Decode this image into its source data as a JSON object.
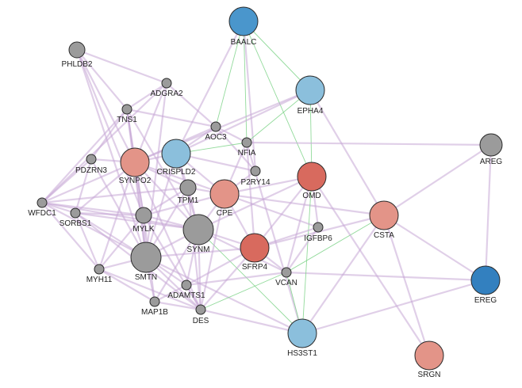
{
  "colors": {
    "blue": "#4a96cc",
    "light_blue": "#8bbfdc",
    "dark_blue": "#3380bf",
    "red": "#d86a5e",
    "salmon": "#e39488",
    "gray": "#9b9b9b",
    "edge_purple": "#c7a8d6",
    "edge_green": "#7fd38a"
  },
  "nodes": [
    {
      "id": "BAALC",
      "label": "BAALC",
      "color": "blue",
      "size": "large"
    },
    {
      "id": "PHLDB2",
      "label": "PHLDB2",
      "color": "gray",
      "size": "small"
    },
    {
      "id": "ADGRA2",
      "label": "ADGRA2",
      "color": "gray",
      "size": "tiny"
    },
    {
      "id": "EPHA4",
      "label": "EPHA4",
      "color": "light_blue",
      "size": "large"
    },
    {
      "id": "TNS1",
      "label": "TNS1",
      "color": "gray",
      "size": "tiny"
    },
    {
      "id": "AOC3",
      "label": "AOC3",
      "color": "gray",
      "size": "tiny"
    },
    {
      "id": "NFIA",
      "label": "NFIA",
      "color": "gray",
      "size": "tiny"
    },
    {
      "id": "AREG",
      "label": "AREG",
      "color": "gray",
      "size": "medium"
    },
    {
      "id": "CRISPLD2",
      "label": "CRISPLD2",
      "color": "light_blue",
      "size": "large"
    },
    {
      "id": "PDZRN3",
      "label": "PDZRN3",
      "color": "gray",
      "size": "tiny"
    },
    {
      "id": "SYNPO2",
      "label": "SYNPO2",
      "color": "salmon",
      "size": "large"
    },
    {
      "id": "P2RY14",
      "label": "P2RY14",
      "color": "gray",
      "size": "tiny"
    },
    {
      "id": "OMD",
      "label": "OMD",
      "color": "red",
      "size": "large"
    },
    {
      "id": "TPM1",
      "label": "TPM1",
      "color": "gray",
      "size": "small"
    },
    {
      "id": "CPE",
      "label": "CPE",
      "color": "salmon",
      "size": "large"
    },
    {
      "id": "WFDC1",
      "label": "WFDC1",
      "color": "gray",
      "size": "tiny"
    },
    {
      "id": "SORBS1",
      "label": "SORBS1",
      "color": "gray",
      "size": "tiny"
    },
    {
      "id": "MYLK",
      "label": "MYLK",
      "color": "gray",
      "size": "small"
    },
    {
      "id": "SYNM",
      "label": "SYNM",
      "color": "gray",
      "size": "xlarge"
    },
    {
      "id": "CSTA",
      "label": "CSTA",
      "color": "salmon",
      "size": "large"
    },
    {
      "id": "IGFBP6",
      "label": "IGFBP6",
      "color": "gray",
      "size": "tiny"
    },
    {
      "id": "SFRP4",
      "label": "SFRP4",
      "color": "red",
      "size": "large"
    },
    {
      "id": "SMTN",
      "label": "SMTN",
      "color": "gray",
      "size": "xlarge"
    },
    {
      "id": "VCAN",
      "label": "VCAN",
      "color": "gray",
      "size": "tiny"
    },
    {
      "id": "MYH11",
      "label": "MYH11",
      "color": "gray",
      "size": "tiny"
    },
    {
      "id": "ADAMTS1",
      "label": "ADAMTS1",
      "color": "gray",
      "size": "tiny"
    },
    {
      "id": "MAP1B",
      "label": "MAP1B",
      "color": "gray",
      "size": "tiny"
    },
    {
      "id": "DES",
      "label": "DES",
      "color": "gray",
      "size": "tiny"
    },
    {
      "id": "EREG",
      "label": "EREG",
      "color": "dark_blue",
      "size": "large"
    },
    {
      "id": "HS3ST1",
      "label": "HS3ST1",
      "color": "light_blue",
      "size": "large"
    },
    {
      "id": "SRGN",
      "label": "SRGN",
      "color": "salmon",
      "size": "large"
    }
  ],
  "edges": [
    {
      "s": "BAALC",
      "t": "NFIA",
      "type": "green"
    },
    {
      "s": "BAALC",
      "t": "EPHA4",
      "type": "green"
    },
    {
      "s": "BAALC",
      "t": "AOC3",
      "type": "green"
    },
    {
      "s": "BAALC",
      "t": "OMD",
      "type": "green"
    },
    {
      "s": "BAALC",
      "t": "CRISPLD2",
      "type": "purple"
    },
    {
      "s": "BAALC",
      "t": "P2RY14",
      "type": "purple"
    },
    {
      "s": "EPHA4",
      "t": "NFIA",
      "type": "green"
    },
    {
      "s": "EPHA4",
      "t": "CSTA",
      "type": "purple"
    },
    {
      "s": "EPHA4",
      "t": "SYNPO2",
      "type": "purple"
    },
    {
      "s": "EPHA4",
      "t": "CRISPLD2",
      "type": "purple"
    },
    {
      "s": "EPHA4",
      "t": "OMD",
      "type": "green"
    },
    {
      "s": "NFIA",
      "t": "HS3ST1",
      "type": "purple"
    },
    {
      "s": "NFIA",
      "t": "SFRP4",
      "type": "purple"
    },
    {
      "s": "NFIA",
      "t": "AREG",
      "type": "purple"
    },
    {
      "s": "NFIA",
      "t": "CPE",
      "type": "purple"
    },
    {
      "s": "AREG",
      "t": "EREG",
      "type": "purple"
    },
    {
      "s": "AREG",
      "t": "CSTA",
      "type": "purple"
    },
    {
      "s": "CSTA",
      "t": "SRGN",
      "type": "purple"
    },
    {
      "s": "CSTA",
      "t": "HS3ST1",
      "type": "purple"
    },
    {
      "s": "CSTA",
      "t": "CPE",
      "type": "purple"
    },
    {
      "s": "CSTA",
      "t": "VCAN",
      "type": "green"
    },
    {
      "s": "CSTA",
      "t": "SFRP4",
      "type": "purple"
    },
    {
      "s": "CSTA",
      "t": "EREG",
      "type": "purple"
    },
    {
      "s": "EREG",
      "t": "HS3ST1",
      "type": "purple"
    },
    {
      "s": "EREG",
      "t": "VCAN",
      "type": "purple"
    },
    {
      "s": "HS3ST1",
      "t": "SYNM",
      "type": "green"
    },
    {
      "s": "HS3ST1",
      "t": "VCAN",
      "type": "green"
    },
    {
      "s": "HS3ST1",
      "t": "DES",
      "type": "purple"
    },
    {
      "s": "HS3ST1",
      "t": "SMTN",
      "type": "purple"
    },
    {
      "s": "HS3ST1",
      "t": "OMD",
      "type": "green"
    },
    {
      "s": "SRGN",
      "t": "OMD",
      "type": "purple"
    },
    {
      "s": "OMD",
      "t": "IGFBP6",
      "type": "purple"
    },
    {
      "s": "OMD",
      "t": "CPE",
      "type": "purple"
    },
    {
      "s": "OMD",
      "t": "SYNM",
      "type": "purple"
    },
    {
      "s": "OMD",
      "t": "VCAN",
      "type": "purple"
    },
    {
      "s": "OMD",
      "t": "SFRP4",
      "type": "purple"
    },
    {
      "s": "IGFBP6",
      "t": "SFRP4",
      "type": "purple"
    },
    {
      "s": "IGFBP6",
      "t": "VCAN",
      "type": "purple"
    },
    {
      "s": "IGFBP6",
      "t": "CPE",
      "type": "purple"
    },
    {
      "s": "SFRP4",
      "t": "VCAN",
      "type": "purple"
    },
    {
      "s": "SFRP4",
      "t": "CPE",
      "type": "purple"
    },
    {
      "s": "SFRP4",
      "t": "SYNM",
      "type": "purple"
    },
    {
      "s": "SFRP4",
      "t": "SMTN",
      "type": "purple"
    },
    {
      "s": "CPE",
      "t": "SYNM",
      "type": "purple"
    },
    {
      "s": "CPE",
      "t": "TPM1",
      "type": "purple"
    },
    {
      "s": "CPE",
      "t": "CRISPLD2",
      "type": "purple"
    },
    {
      "s": "CPE",
      "t": "P2RY14",
      "type": "purple"
    },
    {
      "s": "CPE",
      "t": "SYNPO2",
      "type": "purple"
    },
    {
      "s": "CPE",
      "t": "MYLK",
      "type": "purple"
    },
    {
      "s": "P2RY14",
      "t": "CRISPLD2",
      "type": "purple"
    },
    {
      "s": "P2RY14",
      "t": "AOC3",
      "type": "purple"
    },
    {
      "s": "CRISPLD2",
      "t": "SYNPO2",
      "type": "purple"
    },
    {
      "s": "CRISPLD2",
      "t": "AOC3",
      "type": "purple"
    },
    {
      "s": "CRISPLD2",
      "t": "TPM1",
      "type": "purple"
    },
    {
      "s": "CRISPLD2",
      "t": "SMTN",
      "type": "purple"
    },
    {
      "s": "CRISPLD2",
      "t": "SYNM",
      "type": "purple"
    },
    {
      "s": "CRISPLD2",
      "t": "NFIA",
      "type": "green"
    },
    {
      "s": "AOC3",
      "t": "NFIA",
      "type": "purple"
    },
    {
      "s": "AOC3",
      "t": "ADGRA2",
      "type": "purple"
    },
    {
      "s": "AOC3",
      "t": "SYNPO2",
      "type": "purple"
    },
    {
      "s": "AOC3",
      "t": "TNS1",
      "type": "purple"
    },
    {
      "s": "ADGRA2",
      "t": "PHLDB2",
      "type": "purple"
    },
    {
      "s": "ADGRA2",
      "t": "TNS1",
      "type": "purple"
    },
    {
      "s": "ADGRA2",
      "t": "WFDC1",
      "type": "purple"
    },
    {
      "s": "ADGRA2",
      "t": "SYNPO2",
      "type": "purple"
    },
    {
      "s": "ADGRA2",
      "t": "SMTN",
      "type": "purple"
    },
    {
      "s": "PHLDB2",
      "t": "TNS1",
      "type": "purple"
    },
    {
      "s": "PHLDB2",
      "t": "SYNPO2",
      "type": "purple"
    },
    {
      "s": "PHLDB2",
      "t": "MYLK",
      "type": "purple"
    },
    {
      "s": "PHLDB2",
      "t": "SMTN",
      "type": "purple"
    },
    {
      "s": "TNS1",
      "t": "SYNPO2",
      "type": "purple"
    },
    {
      "s": "TNS1",
      "t": "PDZRN3",
      "type": "purple"
    },
    {
      "s": "TNS1",
      "t": "WFDC1",
      "type": "purple"
    },
    {
      "s": "TNS1",
      "t": "SYNM",
      "type": "purple"
    },
    {
      "s": "TNS1",
      "t": "SMTN",
      "type": "purple"
    },
    {
      "s": "TNS1",
      "t": "MYLK",
      "type": "purple"
    },
    {
      "s": "PDZRN3",
      "t": "SYNPO2",
      "type": "purple"
    },
    {
      "s": "PDZRN3",
      "t": "WFDC1",
      "type": "purple"
    },
    {
      "s": "PDZRN3",
      "t": "SORBS1",
      "type": "purple"
    },
    {
      "s": "PDZRN3",
      "t": "SMTN",
      "type": "purple"
    },
    {
      "s": "SYNPO2",
      "t": "WFDC1",
      "type": "purple"
    },
    {
      "s": "SYNPO2",
      "t": "SORBS1",
      "type": "purple"
    },
    {
      "s": "SYNPO2",
      "t": "MYLK",
      "type": "purple"
    },
    {
      "s": "SYNPO2",
      "t": "SYNM",
      "type": "purple"
    },
    {
      "s": "SYNPO2",
      "t": "SMTN",
      "type": "purple"
    },
    {
      "s": "SYNPO2",
      "t": "TPM1",
      "type": "purple"
    },
    {
      "s": "SYNPO2",
      "t": "MYH11",
      "type": "purple"
    },
    {
      "s": "SYNPO2",
      "t": "DES",
      "type": "purple"
    },
    {
      "s": "WFDC1",
      "t": "SORBS1",
      "type": "purple"
    },
    {
      "s": "WFDC1",
      "t": "MYLK",
      "type": "purple"
    },
    {
      "s": "WFDC1",
      "t": "SMTN",
      "type": "purple"
    },
    {
      "s": "WFDC1",
      "t": "MYH11",
      "type": "purple"
    },
    {
      "s": "WFDC1",
      "t": "SYNM",
      "type": "purple"
    },
    {
      "s": "WFDC1",
      "t": "TPM1",
      "type": "purple"
    },
    {
      "s": "SORBS1",
      "t": "MYLK",
      "type": "purple"
    },
    {
      "s": "SORBS1",
      "t": "SMTN",
      "type": "purple"
    },
    {
      "s": "SORBS1",
      "t": "SYNM",
      "type": "purple"
    },
    {
      "s": "SORBS1",
      "t": "MYH11",
      "type": "purple"
    },
    {
      "s": "SORBS1",
      "t": "DES",
      "type": "purple"
    },
    {
      "s": "MYLK",
      "t": "SYNM",
      "type": "purple"
    },
    {
      "s": "MYLK",
      "t": "SMTN",
      "type": "purple"
    },
    {
      "s": "MYLK",
      "t": "TPM1",
      "type": "purple"
    },
    {
      "s": "MYLK",
      "t": "MYH11",
      "type": "purple"
    },
    {
      "s": "MYLK",
      "t": "DES",
      "type": "purple"
    },
    {
      "s": "MYLK",
      "t": "MAP1B",
      "type": "purple"
    },
    {
      "s": "TPM1",
      "t": "SYNM",
      "type": "purple"
    },
    {
      "s": "TPM1",
      "t": "SMTN",
      "type": "purple"
    },
    {
      "s": "TPM1",
      "t": "DES",
      "type": "purple"
    },
    {
      "s": "SYNM",
      "t": "SMTN",
      "type": "purple"
    },
    {
      "s": "SYNM",
      "t": "DES",
      "type": "purple"
    },
    {
      "s": "SYNM",
      "t": "ADAMTS1",
      "type": "purple"
    },
    {
      "s": "SYNM",
      "t": "VCAN",
      "type": "purple"
    },
    {
      "s": "SYNM",
      "t": "MAP1B",
      "type": "purple"
    },
    {
      "s": "SMTN",
      "t": "MYH11",
      "type": "purple"
    },
    {
      "s": "SMTN",
      "t": "DES",
      "type": "purple"
    },
    {
      "s": "SMTN",
      "t": "MAP1B",
      "type": "purple"
    },
    {
      "s": "SMTN",
      "t": "ADAMTS1",
      "type": "purple"
    },
    {
      "s": "MYH11",
      "t": "MAP1B",
      "type": "purple"
    },
    {
      "s": "MYH11",
      "t": "DES",
      "type": "purple"
    },
    {
      "s": "ADAMTS1",
      "t": "VCAN",
      "type": "purple"
    },
    {
      "s": "ADAMTS1",
      "t": "DES",
      "type": "purple"
    },
    {
      "s": "ADAMTS1",
      "t": "MAP1B",
      "type": "purple"
    },
    {
      "s": "ADAMTS1",
      "t": "SFRP4",
      "type": "purple"
    },
    {
      "s": "MAP1B",
      "t": "DES",
      "type": "purple"
    },
    {
      "s": "DES",
      "t": "VCAN",
      "type": "green"
    },
    {
      "s": "DES",
      "t": "SFRP4",
      "type": "purple"
    },
    {
      "s": "DES",
      "t": "CPE",
      "type": "purple"
    }
  ]
}
